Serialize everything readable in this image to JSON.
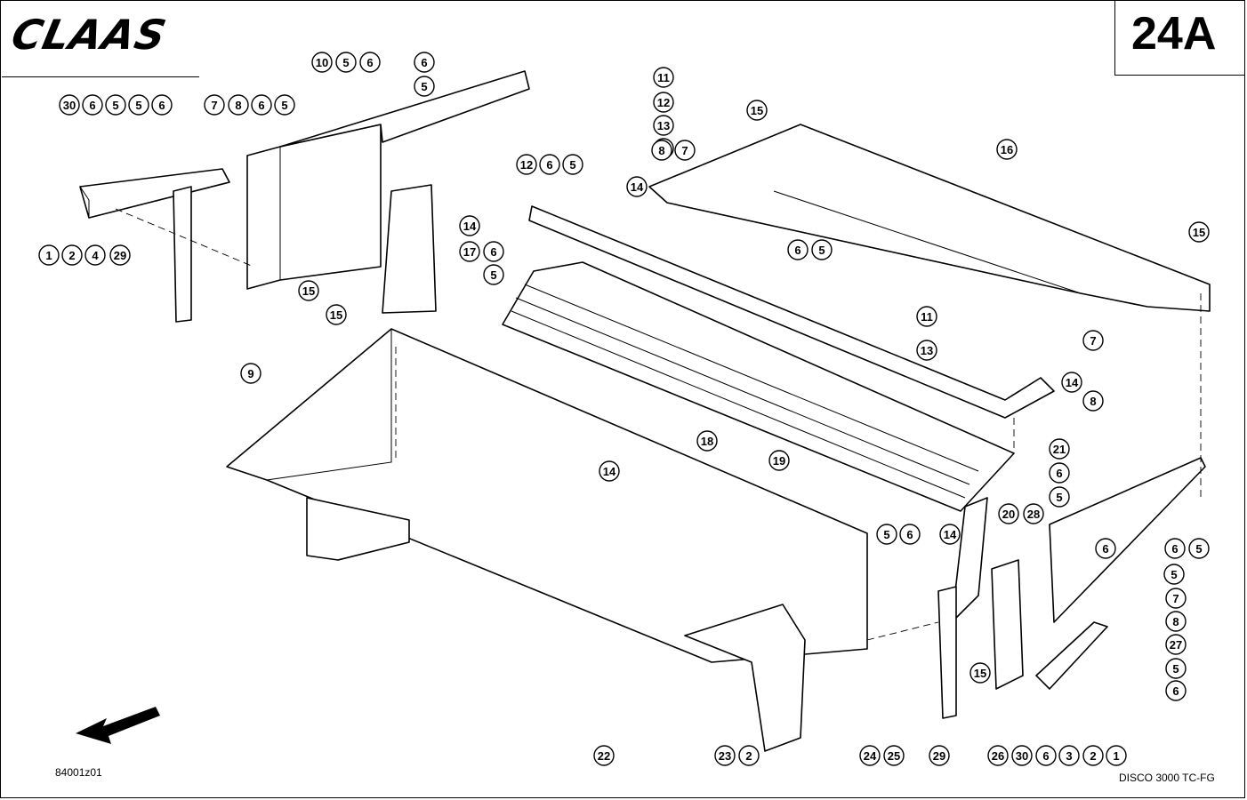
{
  "header": {
    "brand": "CLAAS",
    "page_number": "24A"
  },
  "footer": {
    "drawing_id": "84001z01",
    "model": "DISCO 3000 TC-FG"
  },
  "icons": {
    "direction_arrow": "direction-arrow-icon"
  },
  "callouts": [
    "30",
    "6",
    "5",
    "5",
    "6",
    "1",
    "2",
    "4",
    "29",
    "7",
    "8",
    "6",
    "5",
    "10",
    "5",
    "6",
    "6",
    "5",
    "15",
    "17",
    "14",
    "15",
    "9",
    "11",
    "12",
    "13",
    "5",
    "12",
    "6",
    "5",
    "8",
    "7",
    "14",
    "6",
    "5",
    "15",
    "16",
    "15",
    "6",
    "5",
    "11",
    "13",
    "7",
    "14",
    "8",
    "21",
    "6",
    "5",
    "20",
    "28",
    "6",
    "5",
    "6",
    "5",
    "7",
    "8",
    "27",
    "5",
    "6",
    "18",
    "19",
    "14",
    "5",
    "6",
    "14",
    "15",
    "22",
    "23",
    "2",
    "24",
    "25",
    "29",
    "26",
    "30",
    "6",
    "3",
    "2",
    "1"
  ]
}
